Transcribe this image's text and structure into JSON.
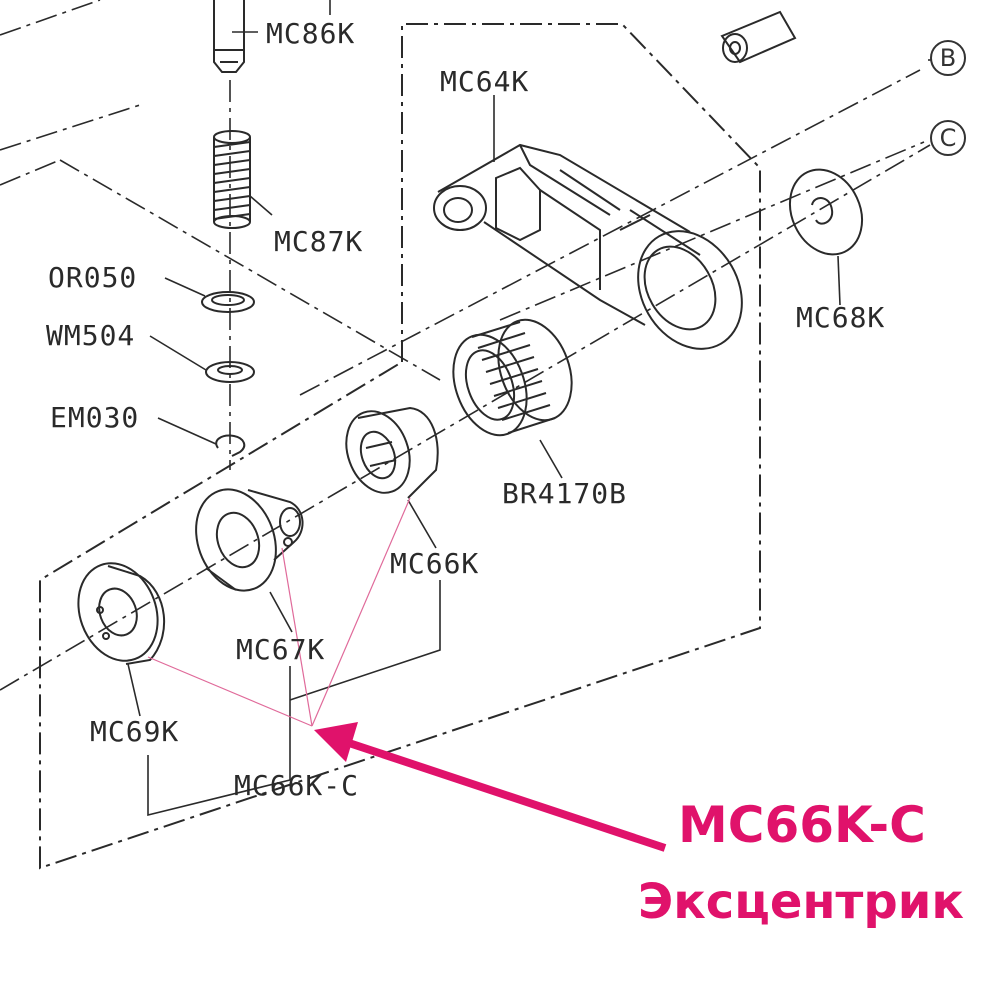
{
  "labels": {
    "mc86k": "MC86K",
    "mc64k": "MC64K",
    "mc87k": "MC87K",
    "or050": "OR050",
    "wm504": "WM504",
    "em030": "EM030",
    "br4170b": "BR4170B",
    "mc68k": "MC68K",
    "mc66k": "MC66K",
    "mc67k": "MC67K",
    "mc69k": "MC69K",
    "mc66kc": "MC66K-C"
  },
  "reference_marks": {
    "b": "B",
    "c": "C"
  },
  "callout": {
    "part_number": "MC66K-C",
    "part_name": "Эксцентрик",
    "color": "#e0126b"
  },
  "colors": {
    "line": "#2a2a2a",
    "leader_pink": "#e06a9a"
  }
}
